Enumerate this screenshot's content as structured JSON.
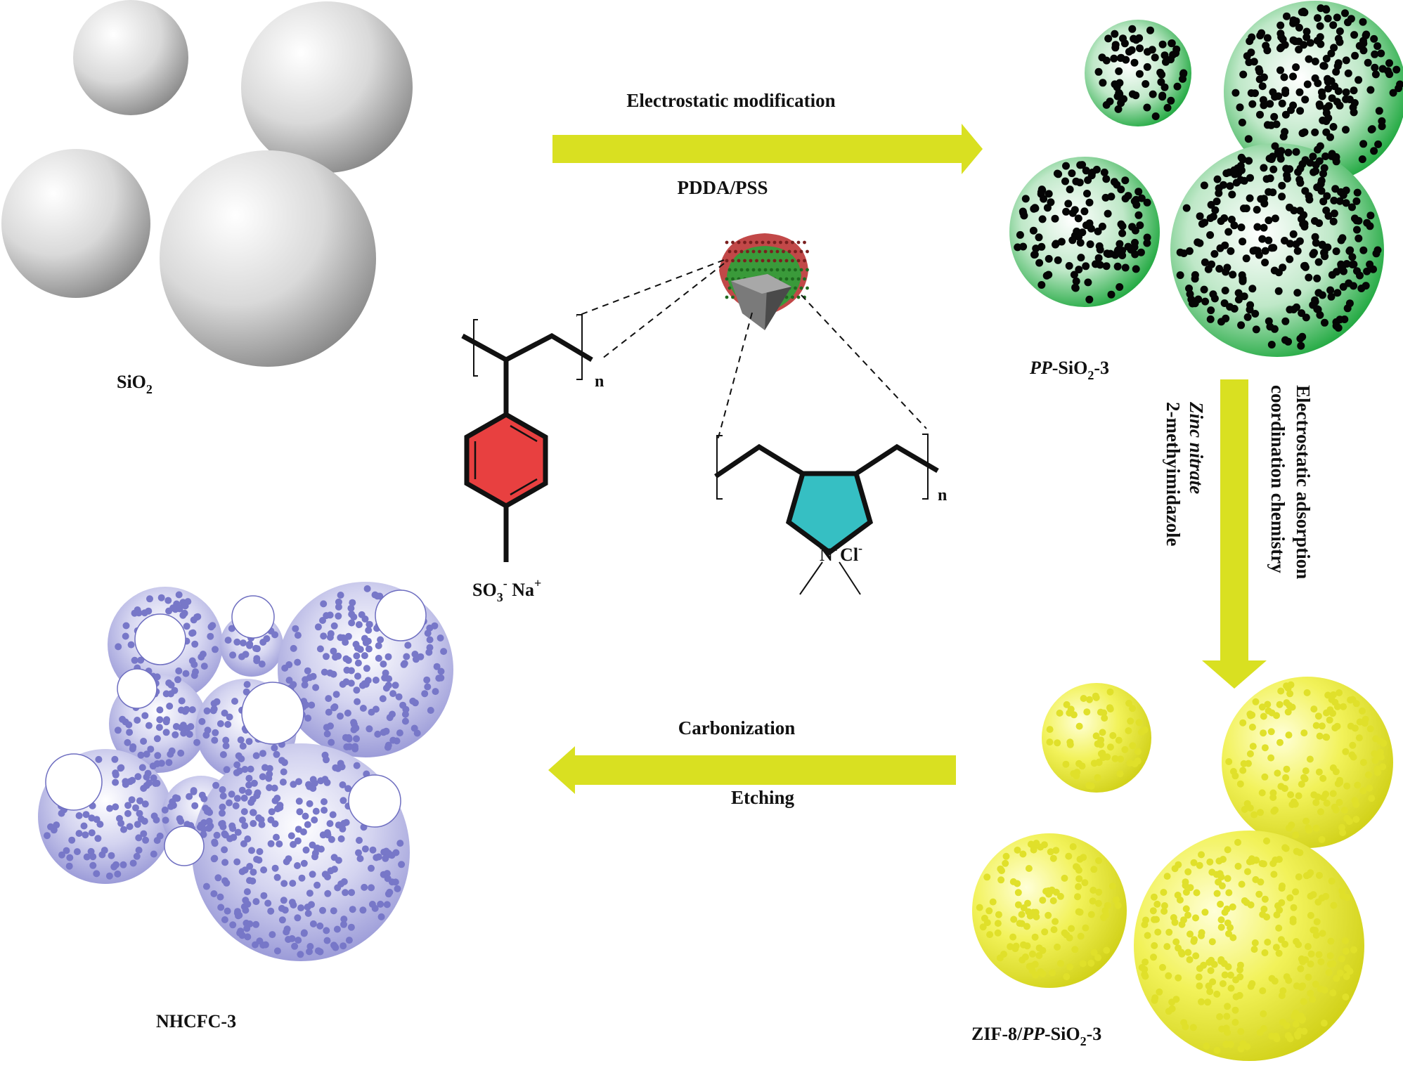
{
  "labels": {
    "sio2": {
      "main": "SiO",
      "sub": "2"
    },
    "pp_sio2": {
      "prefix": "PP",
      "main": "-SiO",
      "sub": "2",
      "suffix": "-3"
    },
    "zif8": {
      "prefix": "ZIF-8/",
      "italic": "PP",
      "main": "-SiO",
      "sub": "2",
      "suffix": "-3"
    },
    "nhcfc": "NHCFC-3"
  },
  "arrows": {
    "top": {
      "above": "Electrostatic modification",
      "below": "PDDA/PSS"
    },
    "right": {
      "line1": "Electrostatic adsorption",
      "line2": "coordination chemistry",
      "line3": "Zinc nitrate",
      "line4": "2-methyimidazole"
    },
    "bottom": {
      "above": "Carbonization",
      "below": "Etching"
    }
  },
  "chem": {
    "pss_n": "n",
    "pss_group": {
      "a": "SO",
      "a_sub": "3",
      "a_sup": "-",
      "b": " Na",
      "b_sup": "+"
    },
    "pdda_n": "n",
    "pdda_group": {
      "a": "N",
      "a_sup": "+",
      "b": "Cl",
      "b_sup": "-"
    }
  },
  "colors": {
    "arrow": "#d9e021",
    "silica": "#c8c8c8",
    "green": "#27b24a",
    "yellow": "#e6e61a",
    "purple": "#8e8ed0",
    "pss_ring": "#e84040",
    "pdda_ring": "#36bfc3"
  }
}
